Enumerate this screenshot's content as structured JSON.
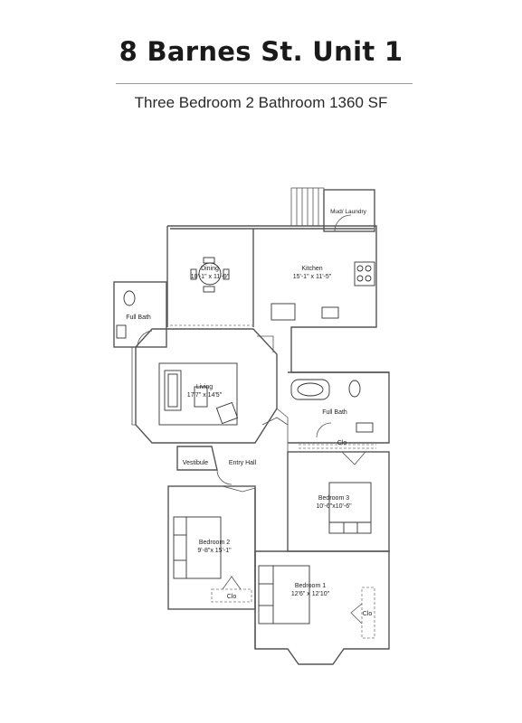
{
  "header": {
    "title": "8 Barnes St. Unit 1",
    "subtitle": "Three Bedroom 2 Bathroom 1360 SF"
  },
  "rooms": {
    "mud_laundry": {
      "name": "Mud/ Laundry"
    },
    "dining": {
      "name": "Dining",
      "dims": "10'-1\" x 11'-9\""
    },
    "kitchen": {
      "name": "Kitchen",
      "dims": "15'-1\" x 11'-5\""
    },
    "full_bath_left": {
      "name": "Full Bath"
    },
    "living": {
      "name": "Living",
      "dims": "17'7\" x 14'5\""
    },
    "full_bath_right": {
      "name": "Full Bath"
    },
    "closet_hall": {
      "name": "Clo"
    },
    "vestibule": {
      "name": "Vestibule"
    },
    "entry_hall": {
      "name": "Entry Hall"
    },
    "bedroom3": {
      "name": "Bedroom 3",
      "dims": "10'-6\"x10'-6\""
    },
    "bedroom2": {
      "name": "Bedroom 2",
      "dims": "9'-8\"x 15'-1\""
    },
    "closet_bed2": {
      "name": "Clo"
    },
    "bedroom1": {
      "name": "Bedroom 1",
      "dims": "12'6\" x 12'10\""
    },
    "closet_bed1": {
      "name": "Clo"
    }
  }
}
